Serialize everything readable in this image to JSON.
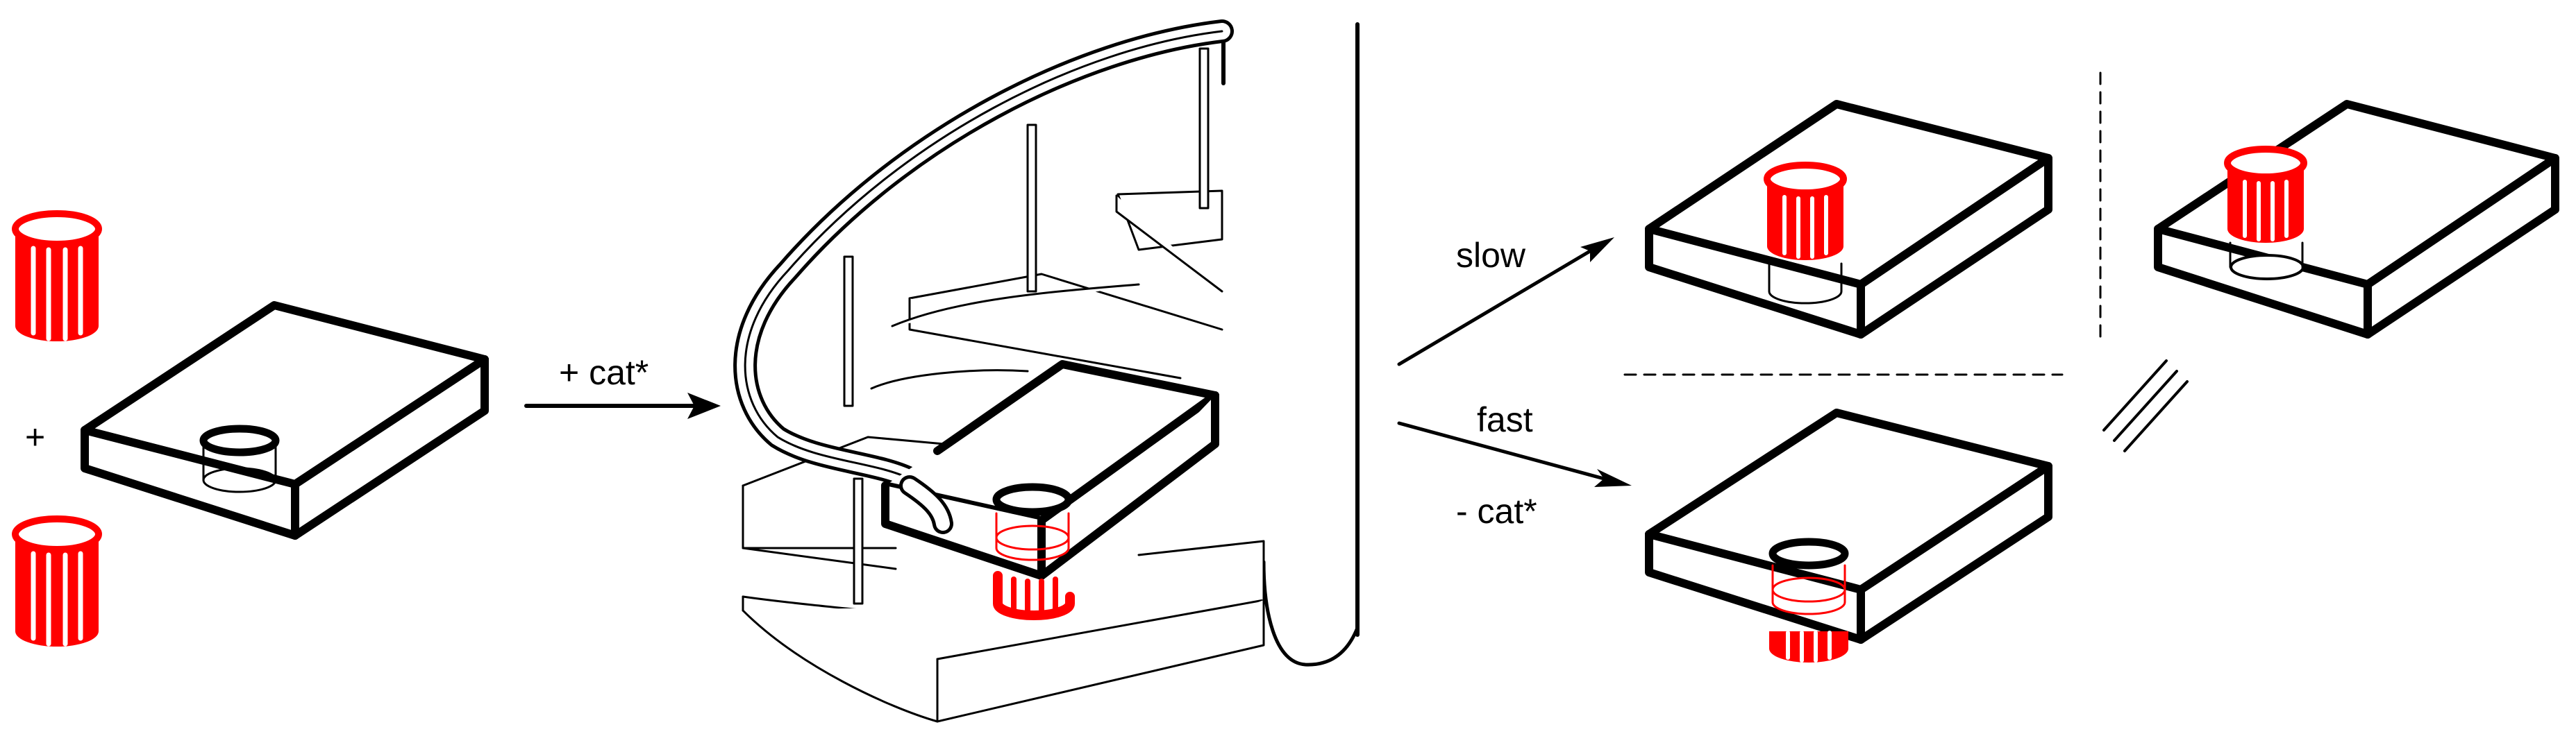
{
  "labels": {
    "plus": "+",
    "add_catalyst": "+ cat*",
    "slow": "slow",
    "fast": "fast",
    "remove_catalyst": "- cat*"
  },
  "colors": {
    "ink": "#000000",
    "cylinder": "#ff0000",
    "background": "#ffffff"
  }
}
